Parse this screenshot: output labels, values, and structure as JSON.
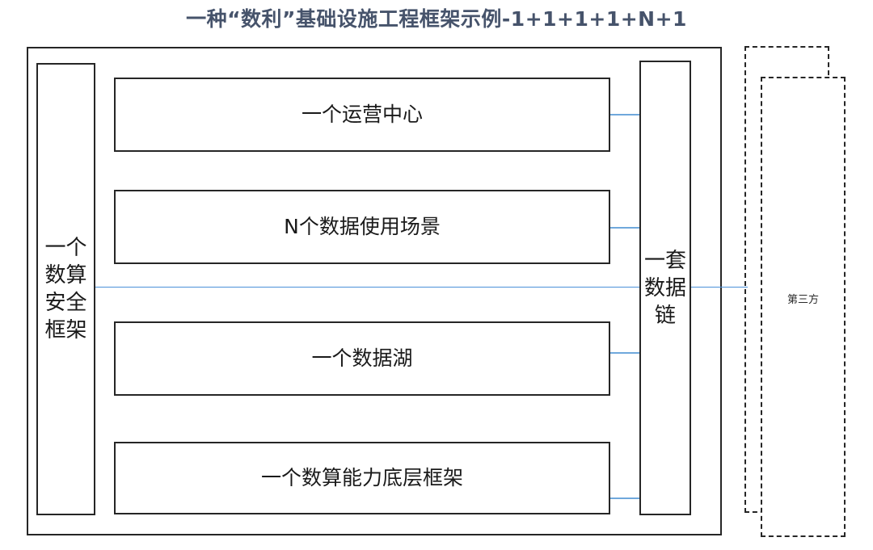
{
  "title": "一种“数利”基础设施工程框架示例-1+1+1+1+N+1",
  "colors": {
    "title": "#46536B",
    "box_border": "#262626",
    "connector_blue": "#6FA8DC",
    "long_line_blue": "#4A90D9",
    "background": "#FFFFFF",
    "text": "#1A1A1A"
  },
  "left_pillar": {
    "label": "一个数算安全框架"
  },
  "right_pillar": {
    "label": "一套数据链"
  },
  "layers": [
    {
      "label": "一个运营中心"
    },
    {
      "label": "N个数据使用场景"
    },
    {
      "label": "一个数据湖"
    },
    {
      "label": "一个数算能力底层框架"
    }
  ],
  "third_party": {
    "label": "第三方"
  }
}
